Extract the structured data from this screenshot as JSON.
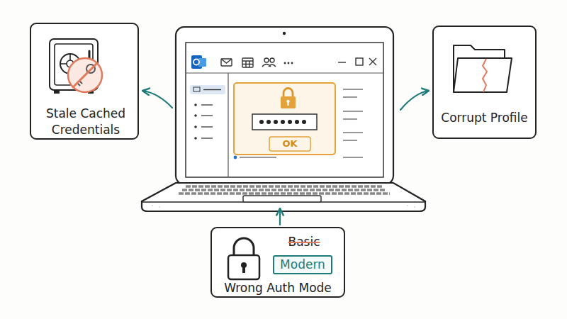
{
  "diagram": {
    "nodes": [
      {
        "text": [
          "Stale Cached Credentials"
        ]
      },
      {
        "text": [
          "OK"
        ]
      },
      {
        "text": [
          "Corrupt Profile"
        ]
      },
      {
        "text": [
          "Basic",
          "Modern",
          "Wrong Auth Mode"
        ]
      }
    ],
    "edges": [
      {
        "from": 1,
        "to": 0,
        "arrow": "to"
      },
      {
        "from": 1,
        "to": 2,
        "arrow": "to"
      },
      {
        "from": 3,
        "to": 1,
        "arrow": "to"
      }
    ]
  }
}
